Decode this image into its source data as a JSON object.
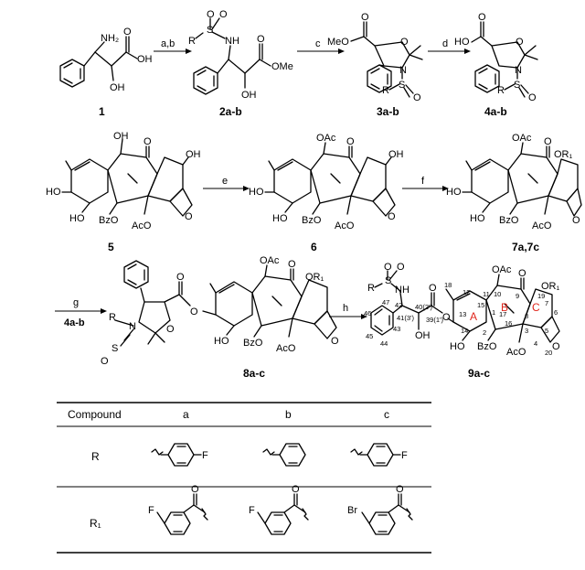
{
  "row1": {
    "c1": {
      "label": "1",
      "nh2": "NH₂",
      "oh_acid": "OH",
      "oh": "OH",
      "o": "O"
    },
    "arrow_ab": "a,b",
    "c2": {
      "label": "2a-b",
      "r": "R",
      "s": "S",
      "nh": "NH",
      "ome": "OMe",
      "oh": "OH",
      "o": "O"
    },
    "arrow_c": "c",
    "c3": {
      "label": "3a-b",
      "meo": "MeO",
      "n": "N",
      "s": "S",
      "r": "R",
      "o": "O"
    },
    "arrow_d": "d",
    "c4": {
      "label": "4a-b",
      "ho": "HO",
      "n": "N",
      "s": "S",
      "r": "R",
      "o": "O"
    }
  },
  "row2": {
    "c5": {
      "label": "5",
      "oh_top": "OH",
      "oh_right": "OH",
      "ho": "HO",
      "ho_low": "HO",
      "bzo": "BzO",
      "aco": "AcO",
      "o": "O"
    },
    "arrow_e": "e",
    "c6": {
      "label": "6",
      "oac": "OAc",
      "oh": "OH",
      "ho": "HO",
      "ho_low": "HO",
      "bzo": "BzO",
      "aco": "AcO",
      "o": "O"
    },
    "arrow_f": "f",
    "c7": {
      "label": "7a,7c",
      "oac": "OAc",
      "or1": "OR₁",
      "ho": "HO",
      "ho_low": "HO",
      "bzo": "BzO",
      "aco": "AcO",
      "o": "O"
    }
  },
  "row3": {
    "arrow_g": "g",
    "arrow_g_reagent": "4a-b",
    "c8": {
      "label": "8a-c",
      "r": "R",
      "n": "N",
      "s": "S",
      "o": "O",
      "oac": "OAc",
      "or1": "OR₁",
      "ho": "HO",
      "bzo": "BzO",
      "aco": "AcO"
    },
    "arrow_h": "h",
    "c9": {
      "label": "9a-c",
      "r": "R",
      "s": "S",
      "nh": "NH",
      "oh": "OH",
      "o": "O",
      "oac": "OAc",
      "or1": "OR₁",
      "ho": "HO",
      "bzo": "BzO",
      "aco": "AcO",
      "ring_a": "A",
      "ring_b": "B",
      "ring_c": "C",
      "n18": "18",
      "n12": "12",
      "n11": "11",
      "n10": "10",
      "n9": "9",
      "n19": "19",
      "n7": "7",
      "n47": "47",
      "n42": "42",
      "n46": "46",
      "n41": "41(3')",
      "n40": "40(2')",
      "n39": "39(1')",
      "n13": "13",
      "n15": "15",
      "n1": "1",
      "n17": "17",
      "n8": "8",
      "n6": "6",
      "n45": "45",
      "n43": "43",
      "n44": "44",
      "n14": "14",
      "n2": "2",
      "n16": "16",
      "n3": "3",
      "n5": "5",
      "n4": "4",
      "n20": "20"
    }
  },
  "table": {
    "headers": [
      "Compound",
      "a",
      "b",
      "c"
    ],
    "row_r_label": "R",
    "row_r1_label": "R₁",
    "f": "F",
    "br": "Br",
    "o": "O"
  }
}
